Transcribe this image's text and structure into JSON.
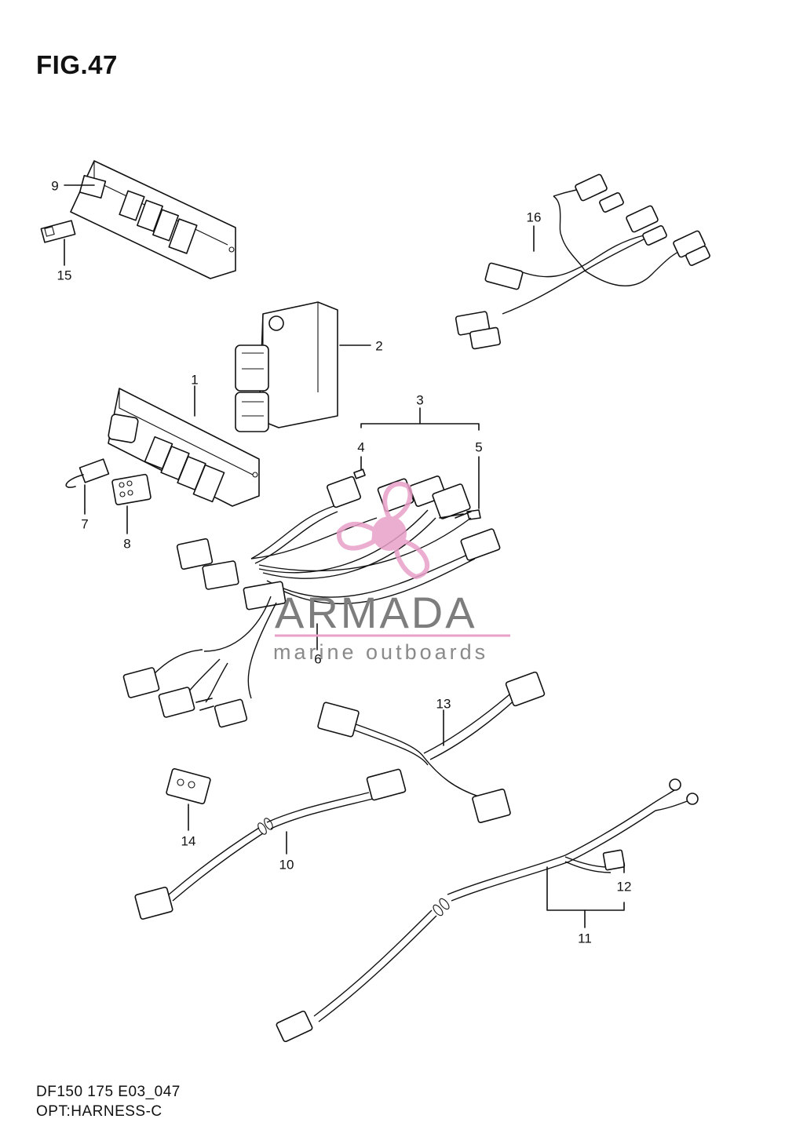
{
  "figure": {
    "title": "FIG.47",
    "model_code": "DF150 175 E03_047",
    "section_name": "OPT:HARNESS-C"
  },
  "watermark": {
    "brand": "ARMADA",
    "tagline": "marine outboards",
    "color": "#e8a0c8"
  },
  "callouts": [
    "1",
    "2",
    "3",
    "4",
    "5",
    "6",
    "7",
    "8",
    "9",
    "10",
    "11",
    "12",
    "13",
    "14",
    "15",
    "16"
  ]
}
